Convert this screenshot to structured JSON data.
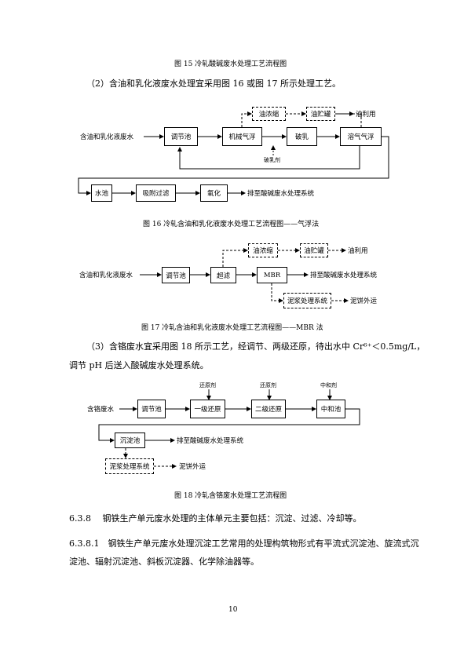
{
  "fig15_caption": "图 15 冷轧酸碱废水处理工艺流程图",
  "para_2": "（2）含油和乳化液废水处理宜采用图 16 或图 17 所示处理工艺。",
  "fig16": {
    "input": "含油和乳化液废水",
    "nodes": {
      "tiaojie": "调节池",
      "jixie": "机械气浮",
      "poru": "破乳",
      "rongqi": "溶气气浮",
      "younongsuo": "油浓缩",
      "youchuguan": "油贮罐",
      "shuichi": "水池",
      "xifu": "吸附过滤",
      "yanghua": "氧化"
    },
    "youliyong": "油利用",
    "poruji": "破乳剂",
    "output": "排至酸碱废水处理系统",
    "caption": "图 16 冷轧含油和乳化液废水处理工艺流程图——气浮法"
  },
  "fig17": {
    "input": "含油和乳化液废水",
    "nodes": {
      "tiaojie": "调节池",
      "chaolv": "超滤",
      "mbr": "MBR",
      "younongsuo": "油浓缩",
      "youchuguan": "油贮罐",
      "nijiang": "泥浆处理系统"
    },
    "youliyong": "油利用",
    "output": "排至酸碱废水处理系统",
    "nibing": "泥饼外运",
    "caption": "图 17 冷轧含油和乳化液废水处理工艺流程图——MBR 法"
  },
  "para_3_line1": "（3）含铬废水宜采用图 18 所示工艺，经调节、两级还原，待出水中 Cr⁶⁺＜0.5mg/L，",
  "para_3_line2": "调节 pH 后送入酸碱废水处理系统。",
  "fig18": {
    "input": "含铬废水",
    "nodes": {
      "tiaojie": "调节池",
      "yiji": "一级还原",
      "erji": "二级还原",
      "zhonghe": "中和池",
      "chendian": "沉淀池",
      "nijiang": "泥浆处理系统"
    },
    "huanyuanji1": "还原剂",
    "huanyuanji2": "还原剂",
    "zhongheji": "中和剂",
    "output": "排至酸碱废水处理系统",
    "nibing": "泥饼外运",
    "caption": "图 18 冷轧含铬废水处理工艺流程图"
  },
  "sec_638": "6.3.8　 钢铁生产单元废水处理的主体单元主要包括：沉淀、过滤、冷却等。",
  "sec_6381_line1": "6.3.8.1　钢铁生产单元废水处理沉淀工艺常用的处理构筑物形式有平流式沉淀池、旋流式沉",
  "sec_6381_line2": "淀池、辐射沉淀池、斜板沉淀器、化学除油器等。",
  "page_number": "10"
}
